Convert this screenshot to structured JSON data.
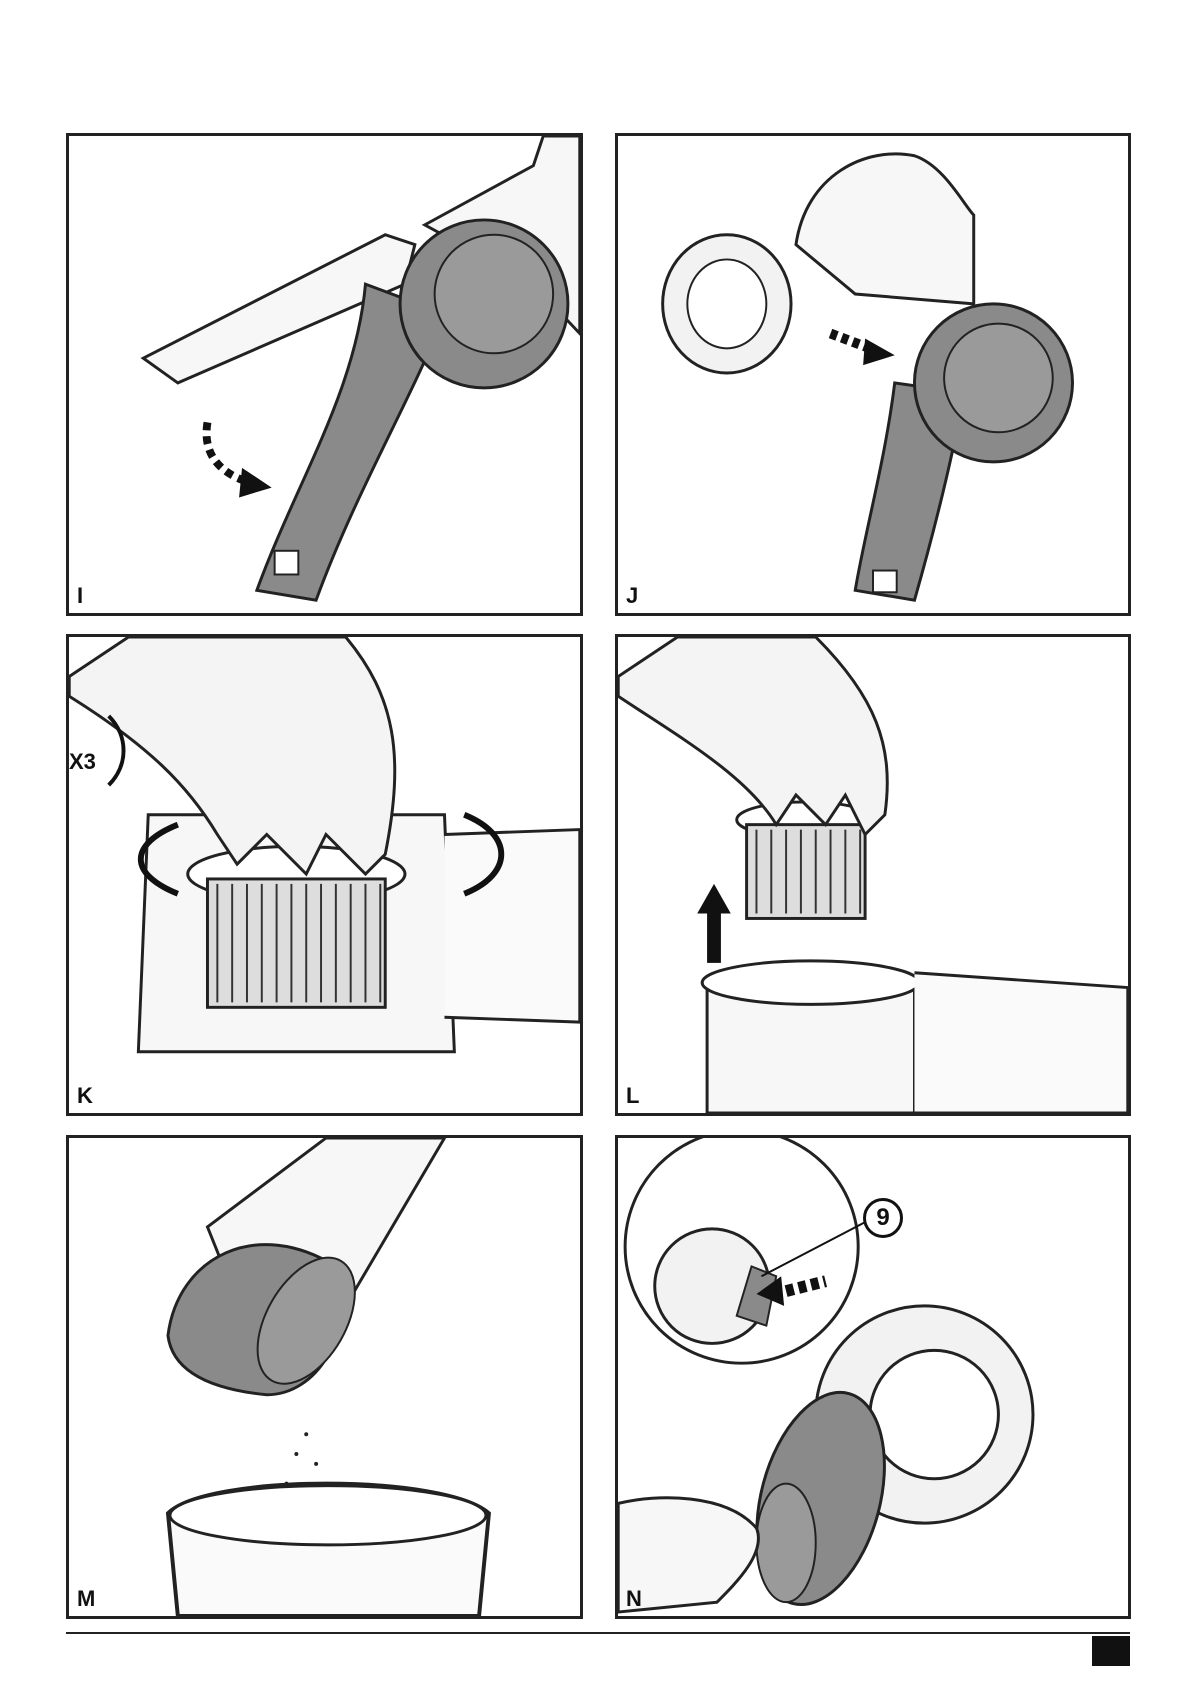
{
  "panels": {
    "i": {
      "label": "I"
    },
    "j": {
      "label": "J"
    },
    "k": {
      "label": "K",
      "repeat": "X3"
    },
    "l": {
      "label": "L"
    },
    "m": {
      "label": "M"
    },
    "n": {
      "label": "N",
      "callout": "9"
    }
  },
  "colors": {
    "device_gray": "#8a8a8a",
    "outline": "#222222",
    "light_fill": "#f2f2f2"
  }
}
